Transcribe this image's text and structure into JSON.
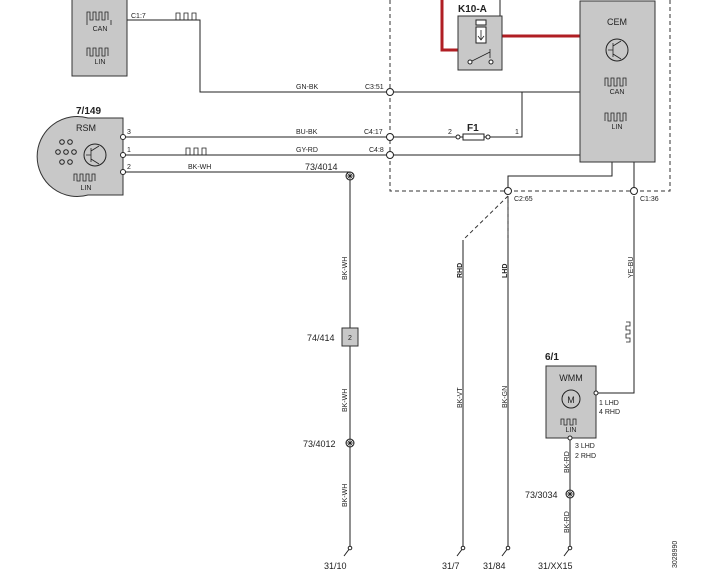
{
  "components": {
    "top_left_module": {
      "pin": "C1:7",
      "can": "CAN",
      "lin": "LIN"
    },
    "rsm": {
      "ref": "7/149",
      "name": "RSM",
      "lin": "LIN",
      "pins": [
        "3",
        "1",
        "2"
      ]
    },
    "k10a": {
      "ref": "K10-A"
    },
    "f1": {
      "ref": "F1",
      "pin_left": "2",
      "pin_right": "1"
    },
    "cem": {
      "ref": "CEM",
      "can": "CAN",
      "lin": "LIN"
    },
    "wmm": {
      "ref": "6/1",
      "name": "WMM",
      "lin": "LIN",
      "pin_top": "1 LHD",
      "pin_top2": "4 RHD",
      "pin_bot": "3 LHD",
      "pin_bot2": "2 RHD"
    },
    "connector_74_414": {
      "ref": "74/414",
      "pin": "2"
    }
  },
  "wires": {
    "gn_bk": "GN-BK",
    "bu_bk": "BU-BK",
    "gy_rd": "GY-RD",
    "bk_wh": "BK-WH",
    "bk_vt": "BK-VT",
    "bk_gn": "BK-GN",
    "ye_bu": "YE-BU",
    "bk_rd": "BK-RD",
    "rhd": "RHD",
    "lhd": "LHD"
  },
  "connectors": {
    "c3_51": "C3:51",
    "c4_17": "C4:17",
    "c4_8": "C4:8",
    "c2_65": "C2:65",
    "c1_36": "C1:36"
  },
  "splices": {
    "s1": "73/4014",
    "s2": "73/4012",
    "s3": "73/3034"
  },
  "grounds": [
    "31/10",
    "31/7",
    "31/84",
    "31/XX15"
  ],
  "doc_number": "3028990",
  "colors": {
    "line": "#222222",
    "module_fill": "#c8c8c8",
    "power": "#b01e23",
    "background": "#ffffff"
  }
}
